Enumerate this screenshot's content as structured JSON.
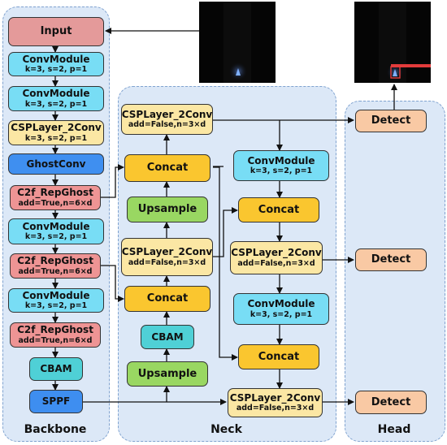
{
  "panels": {
    "backbone": "Backbone",
    "neck": "Neck",
    "head": "Head"
  },
  "backbone": {
    "input": "Input",
    "conv1": {
      "title": "ConvModule",
      "params": "k=3, s=2, p=1"
    },
    "conv2": {
      "title": "ConvModule",
      "params": "k=3, s=2, p=1"
    },
    "csp1": {
      "title": "CSPLayer_2Conv",
      "params": "k=3, s=2, p=1"
    },
    "ghost": "GhostConv",
    "c2f1": {
      "title": "C2f_RepGhost",
      "params": "add=True,n=6×d"
    },
    "conv3": {
      "title": "ConvModule",
      "params": "k=3, s=2, p=1"
    },
    "c2f2": {
      "title": "C2f_RepGhost",
      "params": "add=True,n=6×d"
    },
    "conv4": {
      "title": "ConvModule",
      "params": "k=3, s=2, p=1"
    },
    "c2f3": {
      "title": "C2f_RepGhost",
      "params": "add=True,n=6×d"
    },
    "cbam": "CBAM",
    "sppf": "SPPF"
  },
  "neck": {
    "csp_top": {
      "title": "CSPLayer_2Conv",
      "params": "add=False,n=3×d"
    },
    "concat1": "Concat",
    "upsample1": "Upsample",
    "csp_mid": {
      "title": "CSPLayer_2Conv",
      "params": "add=False,n=3×d"
    },
    "concat2": "Concat",
    "cbam": "CBAM",
    "upsample2": "Upsample",
    "conv_r1": {
      "title": "ConvModule",
      "params": "k=3, s=2, p=1"
    },
    "concat_r1": "Concat",
    "csp_r1": {
      "title": "CSPLayer_2Conv",
      "params": "add=False,n=3×d"
    },
    "conv_r2": {
      "title": "ConvModule",
      "params": "k=3, s=2, p=1"
    },
    "concat_r2": "Concat",
    "csp_r2": {
      "title": "CSPLayer_2Conv",
      "params": "add=False,n=3×d"
    }
  },
  "head": {
    "detect1": "Detect",
    "detect2": "Detect",
    "detect3": "Detect"
  },
  "colors": {
    "panel": "#dce8f7",
    "input": "#e49a9a",
    "conv": "#78ddf5",
    "csp": "#fbe7a4",
    "ghost": "#3f8ff0",
    "c2f": "#ee9494",
    "cbam": "#4fd0d6",
    "sppf": "#3e8ef0",
    "concat": "#fac62f",
    "upsample": "#99d762",
    "detect": "#f9c9a4"
  }
}
